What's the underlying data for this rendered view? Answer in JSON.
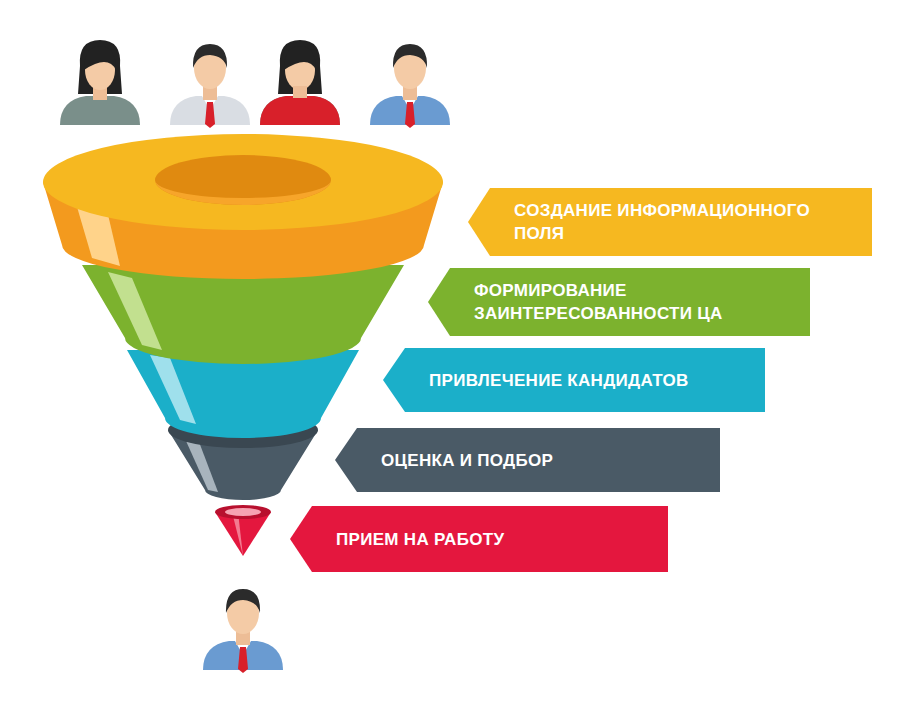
{
  "diagram": {
    "nodes": [
      {
        "text": [
          "СОЗДАНИЕ ИНФОРМАЦИОННОГО ПОЛЯ"
        ]
      },
      {
        "text": [
          "ФОРМИРОВАНИЕ ЗАИНТЕРЕСОВАННОСТИ ЦА"
        ]
      },
      {
        "text": [
          "ПРИВЛЕЧЕНИЕ КАНДИДАТОВ"
        ]
      },
      {
        "text": [
          "ОЦЕНКА И ПОДБОР"
        ]
      },
      {
        "text": [
          "ПРИЕМ НА РАБОТУ"
        ]
      }
    ]
  }
}
